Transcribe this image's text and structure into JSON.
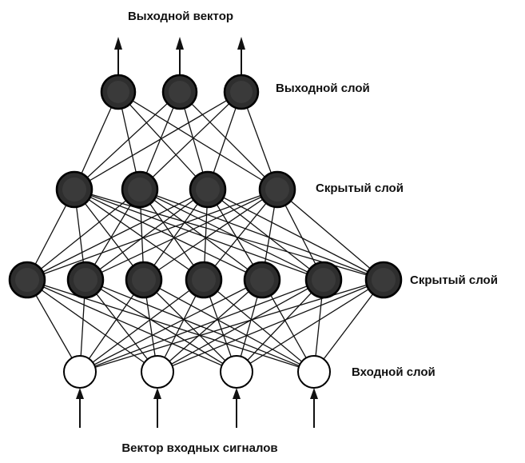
{
  "diagram": {
    "title_output": "Выходной вектор",
    "title_input": "Вектор входных сигналов",
    "layers": [
      {
        "id": "output",
        "label": "Выходной слой",
        "neurons": 3,
        "style": "dark"
      },
      {
        "id": "hidden2",
        "label": "Скрытый слой",
        "neurons": 4,
        "style": "dark"
      },
      {
        "id": "hidden1",
        "label": "Скрытый слой",
        "neurons": 7,
        "style": "dark"
      },
      {
        "id": "input",
        "label": "Входной слой",
        "neurons": 4,
        "style": "hollow"
      }
    ],
    "connections": "fully-connected between adjacent layers",
    "colors": {
      "line": "#111111",
      "neuron_dark": "#2e2e2e",
      "neuron_input": "#ffffff"
    }
  }
}
